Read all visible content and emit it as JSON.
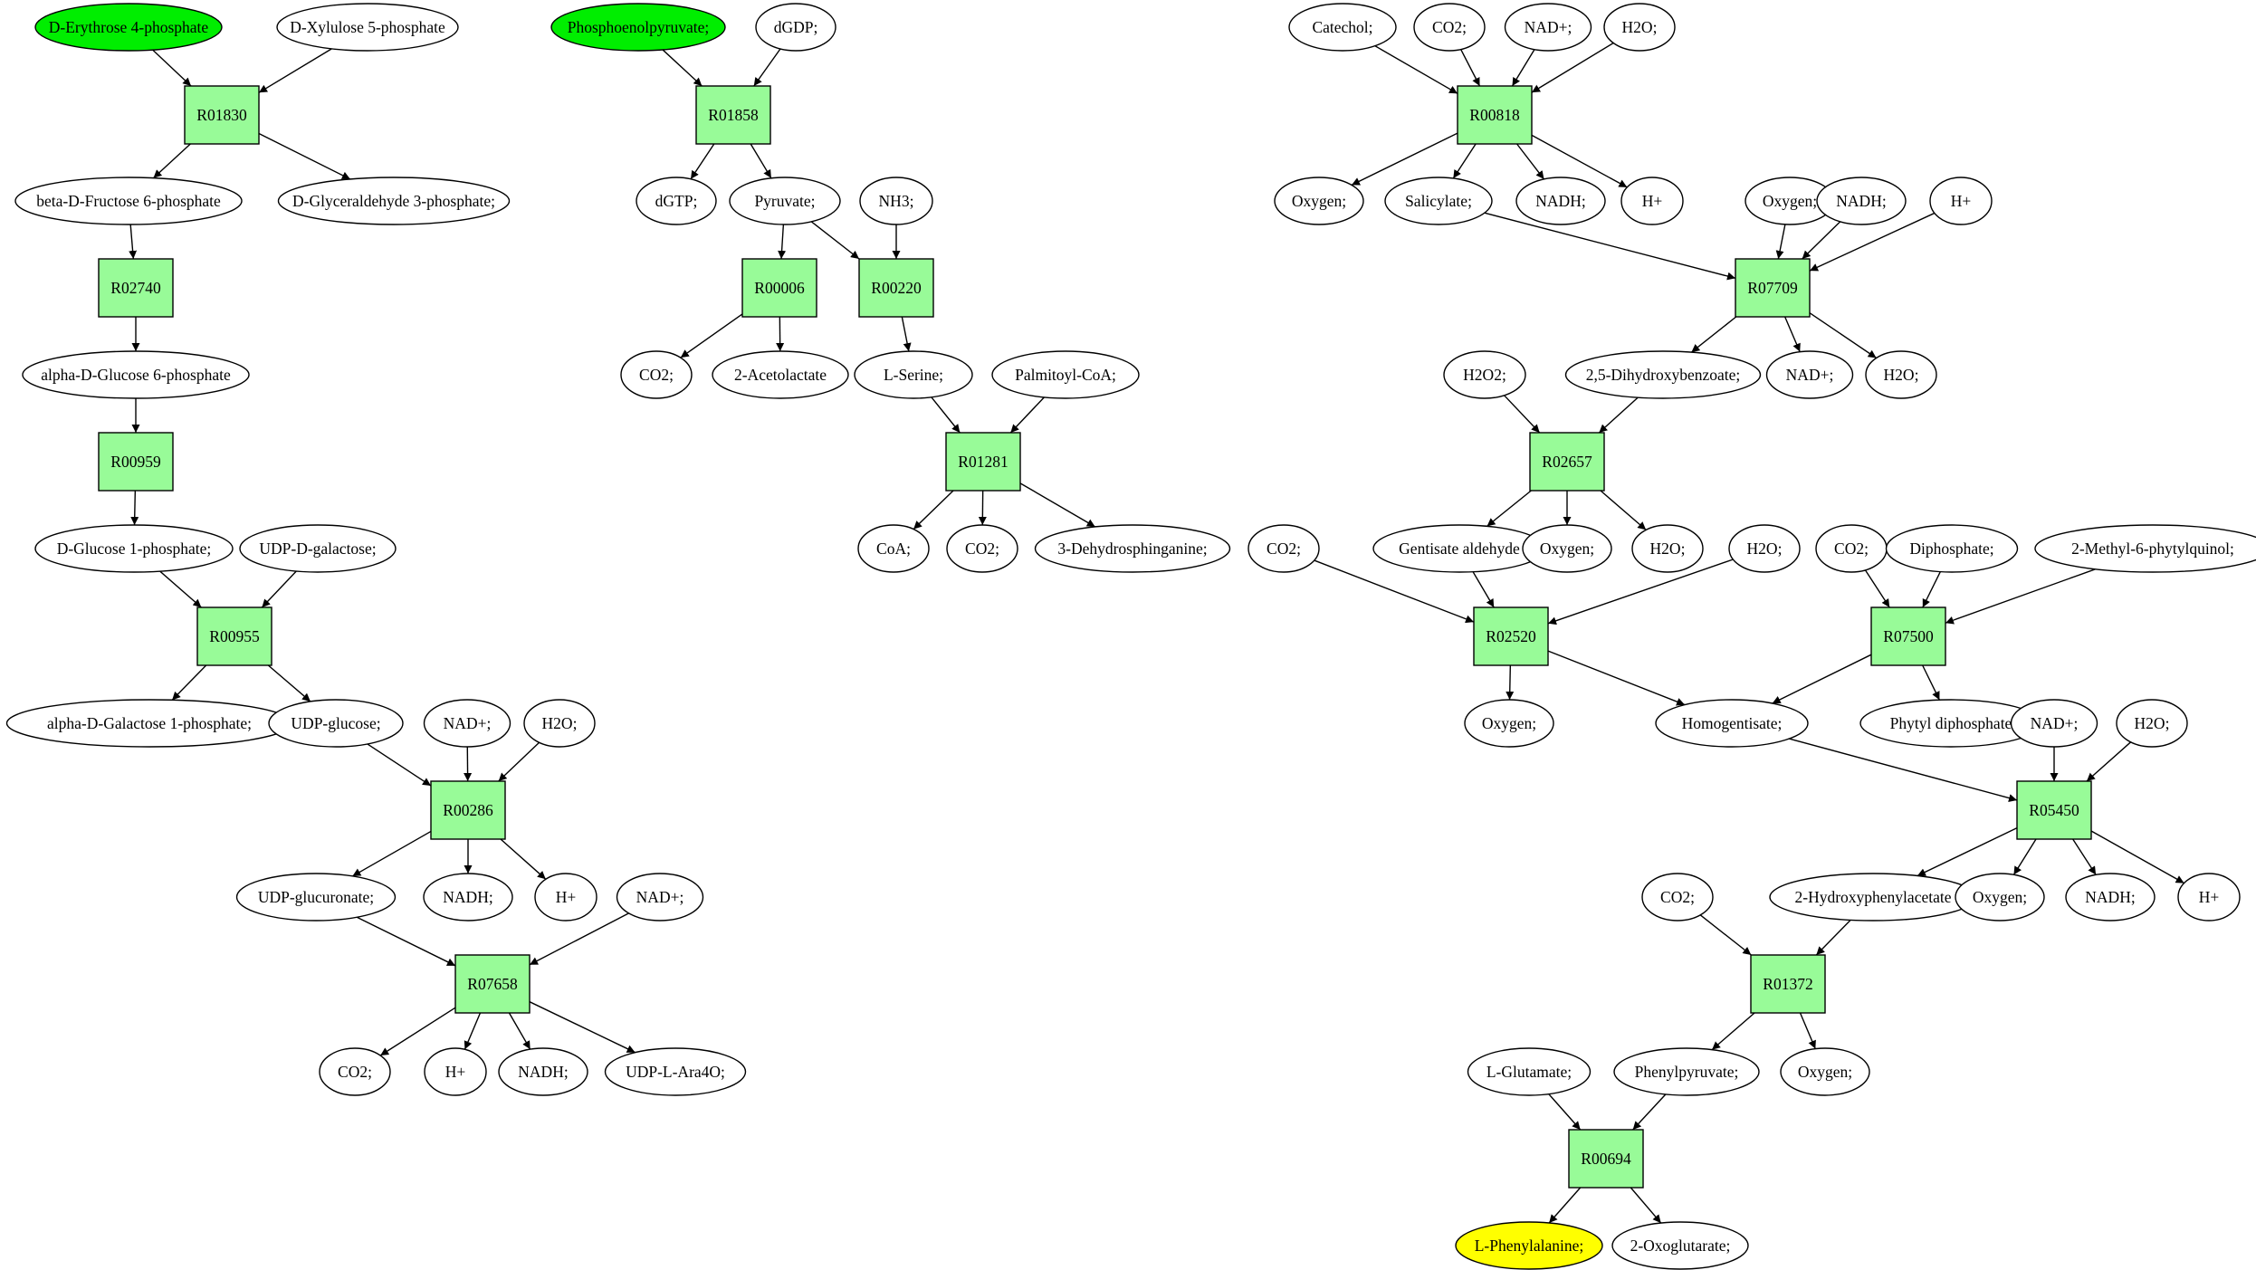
{
  "colors": {
    "reaction_fill": "#98fb98",
    "compound_fill": "#ffffff",
    "source_fill": "#00ee00",
    "target_fill": "#ffff00"
  },
  "nodes": [
    {
      "id": "c_e4p",
      "label": "D-Erythrose 4-phosphate",
      "kind": "source"
    },
    {
      "id": "c_x5p",
      "label": "D-Xylulose 5-phosphate",
      "kind": "compound"
    },
    {
      "id": "r01830",
      "label": "R01830",
      "kind": "reaction"
    },
    {
      "id": "c_bf6p",
      "label": "beta-D-Fructose 6-phosphate",
      "kind": "compound"
    },
    {
      "id": "c_g3p",
      "label": "D-Glyceraldehyde 3-phosphate;",
      "kind": "compound"
    },
    {
      "id": "r02740",
      "label": "R02740",
      "kind": "reaction"
    },
    {
      "id": "c_ag6p",
      "label": "alpha-D-Glucose 6-phosphate",
      "kind": "compound"
    },
    {
      "id": "r00959",
      "label": "R00959",
      "kind": "reaction"
    },
    {
      "id": "c_g1p",
      "label": "D-Glucose 1-phosphate;",
      "kind": "compound"
    },
    {
      "id": "c_udpgal",
      "label": "UDP-D-galactose;",
      "kind": "compound"
    },
    {
      "id": "r00955",
      "label": "R00955",
      "kind": "reaction"
    },
    {
      "id": "c_agal1p",
      "label": "alpha-D-Galactose 1-phosphate;",
      "kind": "compound"
    },
    {
      "id": "c_udpglc",
      "label": "UDP-glucose;",
      "kind": "compound"
    },
    {
      "id": "c_nad1",
      "label": "NAD+;",
      "kind": "compound"
    },
    {
      "id": "c_h2o1",
      "label": "H2O;",
      "kind": "compound"
    },
    {
      "id": "r00286",
      "label": "R00286",
      "kind": "reaction"
    },
    {
      "id": "c_udpglcA",
      "label": "UDP-glucuronate;",
      "kind": "compound"
    },
    {
      "id": "c_nadh1",
      "label": "NADH;",
      "kind": "compound"
    },
    {
      "id": "c_h1",
      "label": "H+",
      "kind": "compound"
    },
    {
      "id": "c_nad2",
      "label": "NAD+;",
      "kind": "compound"
    },
    {
      "id": "r07658",
      "label": "R07658",
      "kind": "reaction"
    },
    {
      "id": "c_co2_1",
      "label": "CO2;",
      "kind": "compound"
    },
    {
      "id": "c_h2",
      "label": "H+",
      "kind": "compound"
    },
    {
      "id": "c_nadh2",
      "label": "NADH;",
      "kind": "compound"
    },
    {
      "id": "c_udpara",
      "label": "UDP-L-Ara4O;",
      "kind": "compound"
    },
    {
      "id": "c_pep",
      "label": "Phosphoenolpyruvate;",
      "kind": "source"
    },
    {
      "id": "c_dgdp",
      "label": "dGDP;",
      "kind": "compound"
    },
    {
      "id": "r01858",
      "label": "R01858",
      "kind": "reaction"
    },
    {
      "id": "c_dgtp",
      "label": "dGTP;",
      "kind": "compound"
    },
    {
      "id": "c_pyr",
      "label": "Pyruvate;",
      "kind": "compound"
    },
    {
      "id": "c_nh3",
      "label": "NH3;",
      "kind": "compound"
    },
    {
      "id": "r00006",
      "label": "R00006",
      "kind": "reaction"
    },
    {
      "id": "r00220",
      "label": "R00220",
      "kind": "reaction"
    },
    {
      "id": "c_co2_2",
      "label": "CO2;",
      "kind": "compound"
    },
    {
      "id": "c_acl",
      "label": "2-Acetolactate",
      "kind": "compound"
    },
    {
      "id": "c_ser",
      "label": "L-Serine;",
      "kind": "compound"
    },
    {
      "id": "c_pcoa",
      "label": "Palmitoyl-CoA;",
      "kind": "compound"
    },
    {
      "id": "r01281",
      "label": "R01281",
      "kind": "reaction"
    },
    {
      "id": "c_coa",
      "label": "CoA;",
      "kind": "compound"
    },
    {
      "id": "c_co2_3",
      "label": "CO2;",
      "kind": "compound"
    },
    {
      "id": "c_dhs",
      "label": "3-Dehydrosphinganine;",
      "kind": "compound"
    },
    {
      "id": "c_cat",
      "label": "Catechol;",
      "kind": "compound"
    },
    {
      "id": "c_co2_4",
      "label": "CO2;",
      "kind": "compound"
    },
    {
      "id": "c_nad3",
      "label": "NAD+;",
      "kind": "compound"
    },
    {
      "id": "c_h2o2",
      "label": "H2O;",
      "kind": "compound"
    },
    {
      "id": "r00818",
      "label": "R00818",
      "kind": "reaction"
    },
    {
      "id": "c_oxy1",
      "label": "Oxygen;",
      "kind": "compound"
    },
    {
      "id": "c_sal",
      "label": "Salicylate;",
      "kind": "compound"
    },
    {
      "id": "c_nadh3",
      "label": "NADH;",
      "kind": "compound"
    },
    {
      "id": "c_h3",
      "label": "H+",
      "kind": "compound"
    },
    {
      "id": "c_oxy2",
      "label": "Oxygen;",
      "kind": "compound"
    },
    {
      "id": "c_nadh4",
      "label": "NADH;",
      "kind": "compound"
    },
    {
      "id": "c_h4",
      "label": "H+",
      "kind": "compound"
    },
    {
      "id": "r07709",
      "label": "R07709",
      "kind": "reaction"
    },
    {
      "id": "c_h2o2peroxide",
      "label": "H2O2;",
      "kind": "compound"
    },
    {
      "id": "c_dhb",
      "label": "2,5-Dihydroxybenzoate;",
      "kind": "compound"
    },
    {
      "id": "c_nad4",
      "label": "NAD+;",
      "kind": "compound"
    },
    {
      "id": "c_h2o3",
      "label": "H2O;",
      "kind": "compound"
    },
    {
      "id": "r02657",
      "label": "R02657",
      "kind": "reaction"
    },
    {
      "id": "c_gald",
      "label": "Gentisate aldehyde",
      "kind": "compound"
    },
    {
      "id": "c_oxy3",
      "label": "Oxygen;",
      "kind": "compound"
    },
    {
      "id": "c_h2o4",
      "label": "H2O;",
      "kind": "compound"
    },
    {
      "id": "c_co2_5",
      "label": "CO2;",
      "kind": "compound"
    },
    {
      "id": "c_h2o5",
      "label": "H2O;",
      "kind": "compound"
    },
    {
      "id": "r02520",
      "label": "R02520",
      "kind": "reaction"
    },
    {
      "id": "c_co2_6",
      "label": "CO2;",
      "kind": "compound"
    },
    {
      "id": "c_dip",
      "label": "Diphosphate;",
      "kind": "compound"
    },
    {
      "id": "c_mpq",
      "label": "2-Methyl-6-phytylquinol;",
      "kind": "compound"
    },
    {
      "id": "r07500",
      "label": "R07500",
      "kind": "reaction"
    },
    {
      "id": "c_oxy4",
      "label": "Oxygen;",
      "kind": "compound"
    },
    {
      "id": "c_hgt",
      "label": "Homogentisate;",
      "kind": "compound"
    },
    {
      "id": "c_pdp",
      "label": "Phytyl diphosphate",
      "kind": "compound"
    },
    {
      "id": "c_nad5",
      "label": "NAD+;",
      "kind": "compound"
    },
    {
      "id": "c_h2o6",
      "label": "H2O;",
      "kind": "compound"
    },
    {
      "id": "r05450",
      "label": "R05450",
      "kind": "reaction"
    },
    {
      "id": "c_co2_7",
      "label": "CO2;",
      "kind": "compound"
    },
    {
      "id": "c_hpa",
      "label": "2-Hydroxyphenylacetate",
      "kind": "compound"
    },
    {
      "id": "c_oxy5",
      "label": "Oxygen;",
      "kind": "compound"
    },
    {
      "id": "c_nadh5",
      "label": "NADH;",
      "kind": "compound"
    },
    {
      "id": "c_h5",
      "label": "H+",
      "kind": "compound"
    },
    {
      "id": "r01372",
      "label": "R01372",
      "kind": "reaction"
    },
    {
      "id": "c_glu",
      "label": "L-Glutamate;",
      "kind": "compound"
    },
    {
      "id": "c_ppyr",
      "label": "Phenylpyruvate;",
      "kind": "compound"
    },
    {
      "id": "c_oxy6",
      "label": "Oxygen;",
      "kind": "compound"
    },
    {
      "id": "r00694",
      "label": "R00694",
      "kind": "reaction"
    },
    {
      "id": "c_phe",
      "label": "L-Phenylalanine;",
      "kind": "target"
    },
    {
      "id": "c_2og",
      "label": "2-Oxoglutarate;",
      "kind": "compound"
    }
  ],
  "edges": [
    [
      "c_e4p",
      "r01830"
    ],
    [
      "c_x5p",
      "r01830"
    ],
    [
      "r01830",
      "c_bf6p"
    ],
    [
      "r01830",
      "c_g3p"
    ],
    [
      "c_bf6p",
      "r02740"
    ],
    [
      "r02740",
      "c_ag6p"
    ],
    [
      "c_ag6p",
      "r00959"
    ],
    [
      "r00959",
      "c_g1p"
    ],
    [
      "c_g1p",
      "r00955"
    ],
    [
      "c_udpgal",
      "r00955"
    ],
    [
      "r00955",
      "c_agal1p"
    ],
    [
      "r00955",
      "c_udpglc"
    ],
    [
      "c_udpglc",
      "r00286"
    ],
    [
      "c_nad1",
      "r00286"
    ],
    [
      "c_h2o1",
      "r00286"
    ],
    [
      "r00286",
      "c_udpglcA"
    ],
    [
      "r00286",
      "c_nadh1"
    ],
    [
      "r00286",
      "c_h1"
    ],
    [
      "c_udpglcA",
      "r07658"
    ],
    [
      "c_nad2",
      "r07658"
    ],
    [
      "r07658",
      "c_co2_1"
    ],
    [
      "r07658",
      "c_h2"
    ],
    [
      "r07658",
      "c_nadh2"
    ],
    [
      "r07658",
      "c_udpara"
    ],
    [
      "c_pep",
      "r01858"
    ],
    [
      "c_dgdp",
      "r01858"
    ],
    [
      "r01858",
      "c_dgtp"
    ],
    [
      "r01858",
      "c_pyr"
    ],
    [
      "c_pyr",
      "r00006"
    ],
    [
      "c_pyr",
      "r00220"
    ],
    [
      "c_nh3",
      "r00220"
    ],
    [
      "r00006",
      "c_co2_2"
    ],
    [
      "r00006",
      "c_acl"
    ],
    [
      "r00220",
      "c_ser"
    ],
    [
      "c_ser",
      "r01281"
    ],
    [
      "c_pcoa",
      "r01281"
    ],
    [
      "r01281",
      "c_coa"
    ],
    [
      "r01281",
      "c_co2_3"
    ],
    [
      "r01281",
      "c_dhs"
    ],
    [
      "c_cat",
      "r00818"
    ],
    [
      "c_co2_4",
      "r00818"
    ],
    [
      "c_nad3",
      "r00818"
    ],
    [
      "c_h2o2",
      "r00818"
    ],
    [
      "r00818",
      "c_oxy1"
    ],
    [
      "r00818",
      "c_sal"
    ],
    [
      "r00818",
      "c_nadh3"
    ],
    [
      "r00818",
      "c_h3"
    ],
    [
      "c_sal",
      "r07709"
    ],
    [
      "c_oxy2",
      "r07709"
    ],
    [
      "c_nadh4",
      "r07709"
    ],
    [
      "c_h4",
      "r07709"
    ],
    [
      "r07709",
      "c_dhb"
    ],
    [
      "r07709",
      "c_nad4"
    ],
    [
      "r07709",
      "c_h2o3"
    ],
    [
      "c_h2o2peroxide",
      "r02657"
    ],
    [
      "c_dhb",
      "r02657"
    ],
    [
      "r02657",
      "c_gald"
    ],
    [
      "r02657",
      "c_oxy3"
    ],
    [
      "r02657",
      "c_h2o4"
    ],
    [
      "c_co2_5",
      "r02520"
    ],
    [
      "c_gald",
      "r02520"
    ],
    [
      "c_h2o5",
      "r02520"
    ],
    [
      "r02520",
      "c_oxy4"
    ],
    [
      "r02520",
      "c_hgt"
    ],
    [
      "c_co2_6",
      "r07500"
    ],
    [
      "c_dip",
      "r07500"
    ],
    [
      "c_mpq",
      "r07500"
    ],
    [
      "r07500",
      "c_hgt"
    ],
    [
      "r07500",
      "c_pdp"
    ],
    [
      "c_hgt",
      "r05450"
    ],
    [
      "c_nad5",
      "r05450"
    ],
    [
      "c_h2o6",
      "r05450"
    ],
    [
      "r05450",
      "c_hpa"
    ],
    [
      "r05450",
      "c_oxy5"
    ],
    [
      "r05450",
      "c_nadh5"
    ],
    [
      "r05450",
      "c_h5"
    ],
    [
      "c_co2_7",
      "r01372"
    ],
    [
      "c_hpa",
      "r01372"
    ],
    [
      "r01372",
      "c_ppyr"
    ],
    [
      "r01372",
      "c_oxy6"
    ],
    [
      "c_glu",
      "r00694"
    ],
    [
      "c_ppyr",
      "r00694"
    ],
    [
      "r00694",
      "c_phe"
    ],
    [
      "r00694",
      "c_2og"
    ]
  ]
}
